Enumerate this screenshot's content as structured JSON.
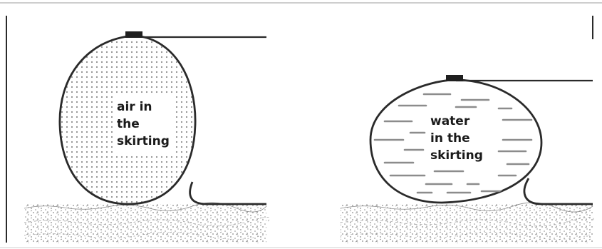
{
  "diagram": {
    "left_panel": {
      "label_lines": [
        "air in",
        "the",
        "skirting"
      ]
    },
    "right_panel": {
      "label_lines": [
        "water",
        "in the",
        "skirting"
      ]
    },
    "colors": {
      "outline": "#2a2a2a",
      "ground_texture": "#8a8a8a",
      "air_dots": "#8c8c8c",
      "water_dashes": "#8c8c8c",
      "frame": "#bdbdbd"
    }
  }
}
